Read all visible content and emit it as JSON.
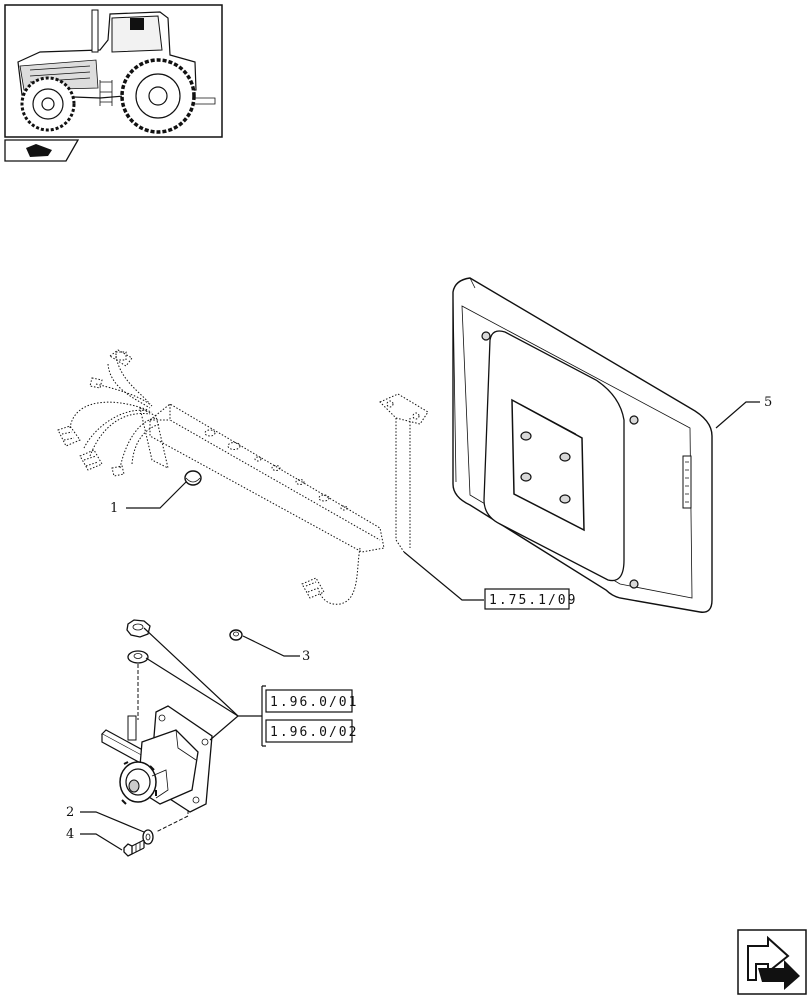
{
  "diagram": {
    "callouts": [
      {
        "id": "1",
        "label": "1"
      },
      {
        "id": "2",
        "label": "2"
      },
      {
        "id": "3",
        "label": "3"
      },
      {
        "id": "4",
        "label": "4"
      },
      {
        "id": "5",
        "label": "5"
      }
    ],
    "references": [
      {
        "id": "ref-harness",
        "label": "1.75.1/09"
      },
      {
        "id": "ref-mount-1",
        "label": "1.96.0/01"
      },
      {
        "id": "ref-mount-2",
        "label": "1.96.0/02"
      }
    ]
  }
}
